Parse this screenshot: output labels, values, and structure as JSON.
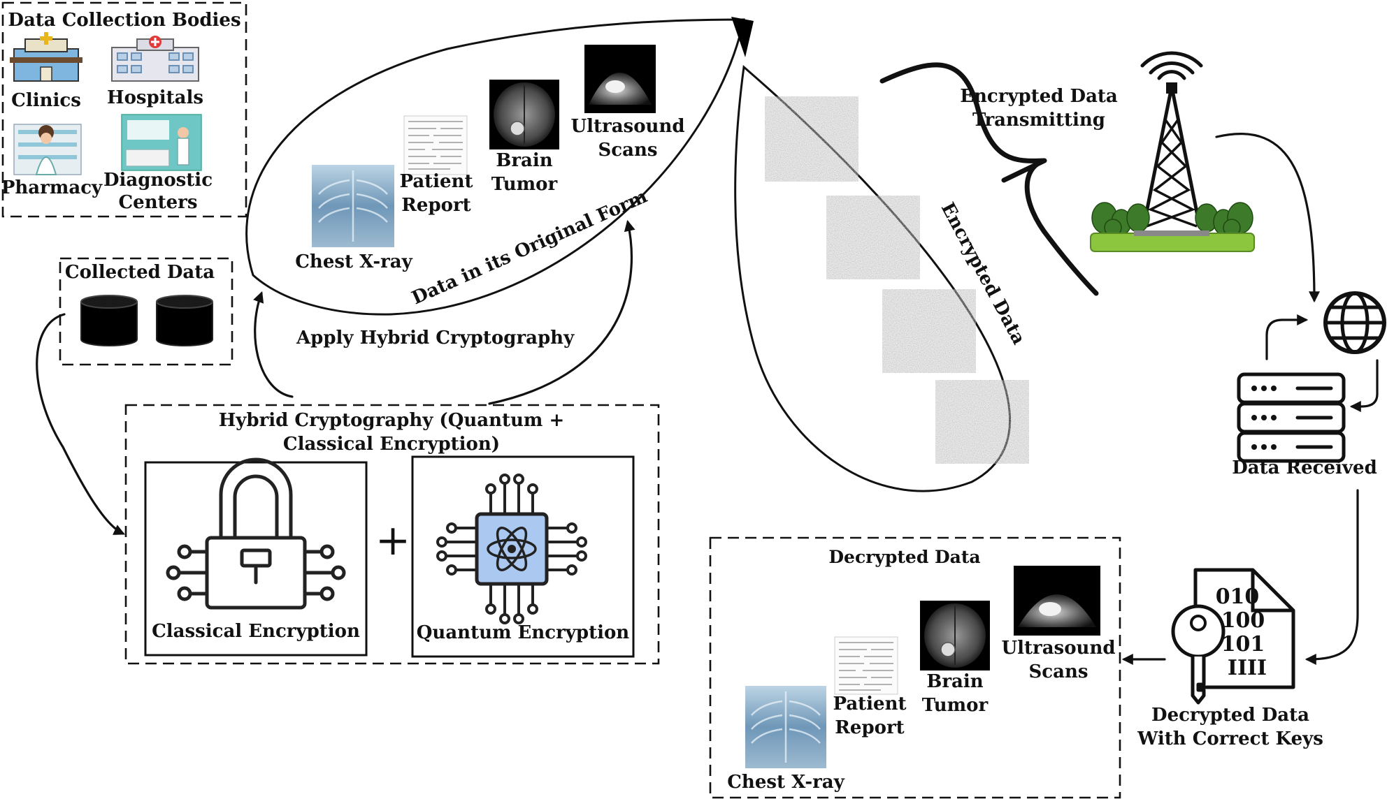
{
  "data_collection": {
    "title": "Data Collection Bodies",
    "clinics": "Clinics",
    "hospitals": "Hospitals",
    "pharmacy": "Pharmacy",
    "diagnostic_1": "Diagnostic",
    "diagnostic_2": "Centers"
  },
  "collected": {
    "title": "Collected Data"
  },
  "original_form": {
    "caption": "Data in its Original Form",
    "chest": "Chest X-ray",
    "patient_1": "Patient",
    "patient_2": "Report",
    "brain_1": "Brain",
    "brain_2": "Tumor",
    "ultra_1": "Ultrasound",
    "ultra_2": "Scans"
  },
  "apply_label": "Apply Hybrid Cryptography",
  "hybrid": {
    "title_1": "Hybrid Cryptography (Quantum +",
    "title_2": "Classical Encryption)",
    "plus": "+",
    "classical": "Classical Encryption",
    "quantum": "Quantum Encryption"
  },
  "encrypted": {
    "caption": "Encrypted Data",
    "transmit_1": "Encrypted Data",
    "transmit_2": "Transmitting"
  },
  "received": {
    "label": "Data Received"
  },
  "decrypted": {
    "title": "Decrypted Data",
    "chest": "Chest X-ray",
    "patient_1": "Patient",
    "patient_2": "Report",
    "brain_1": "Brain",
    "brain_2": "Tumor",
    "ultra_1": "Ultrasound",
    "ultra_2": "Scans"
  },
  "decrypted_keys": {
    "line_1": "Decrypted Data",
    "line_2": "With Correct Keys",
    "bits_1": "010",
    "bits_2": "100",
    "bits_3": "101",
    "bits_4": "IIII"
  },
  "colors": {
    "ink": "#111111",
    "noise": "#7f7f7f",
    "tree_green": "#3d7a2a",
    "grass": "#8cc63f",
    "chip_blue": "#aac8f0",
    "xray_blue": "#7fa6c4"
  }
}
